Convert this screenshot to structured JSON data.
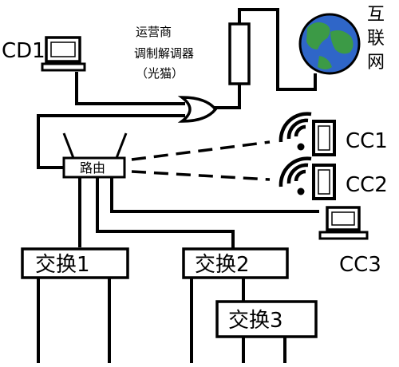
{
  "labels": {
    "cd1": "CD1",
    "modem_line1": "运营商",
    "modem_line2": "调制解调器",
    "modem_line3": "（光猫）",
    "internet_1": "互",
    "internet_2": "联",
    "internet_3": "网",
    "router": "路由",
    "cc1": "CC1",
    "cc2": "CC2",
    "cc3": "CC3",
    "switch1": "交换1",
    "switch2": "交换2",
    "switch3": "交换3"
  },
  "icons": {
    "globe": "globe-icon",
    "wifi": "wifi-icon",
    "phone": "phone-icon",
    "laptop": "laptop-icon"
  },
  "colors": {
    "ocean": "#2f66c8",
    "land": "#3c9a46",
    "line": "#000000"
  }
}
